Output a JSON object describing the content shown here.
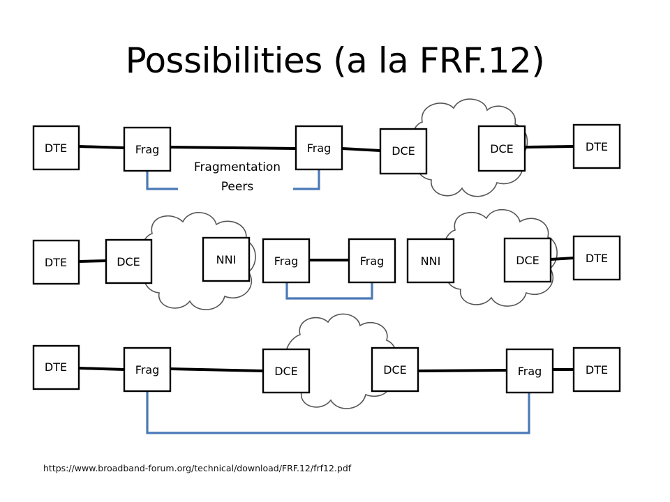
{
  "title": "Possibilities (a la FRF.12)",
  "source_url": "https://www.broadband-forum.org/technical/download/FRF.12/frf12.pdf",
  "colors": {
    "peer_link": "#4a79b8",
    "box_border": "#000000",
    "cloud_border": "#555555"
  },
  "rows": [
    {
      "nodes": [
        "DTE",
        "Frag",
        "Frag",
        "DCE",
        "DCE",
        "DTE"
      ],
      "annotation": [
        "Fragmentation",
        "Peers"
      ]
    },
    {
      "nodes": [
        "DTE",
        "DCE",
        "NNI",
        "Frag",
        "Frag",
        "NNI",
        "DCE",
        "DTE"
      ]
    },
    {
      "nodes": [
        "DTE",
        "Frag",
        "DCE",
        "DCE",
        "Frag",
        "DTE"
      ]
    }
  ]
}
